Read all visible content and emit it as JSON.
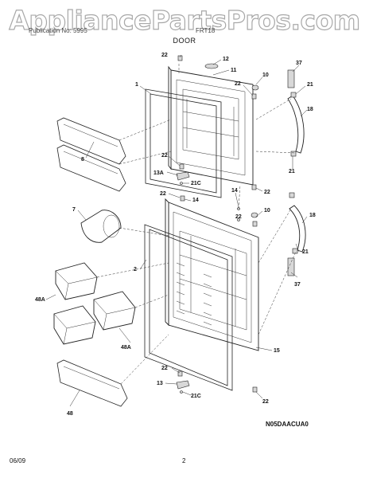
{
  "watermark": "AppliancePartsPros.com",
  "header": {
    "left_text": "Publication No: 5995",
    "right_text": "FRT18",
    "section_title": "DOOR"
  },
  "diagram_code": "N05DAACUA0",
  "footer": {
    "date": "06/09",
    "page": "2"
  },
  "callouts": [
    {
      "id": "22"
    },
    {
      "id": "12"
    },
    {
      "id": "11"
    },
    {
      "id": "1"
    },
    {
      "id": "37"
    },
    {
      "id": "10"
    },
    {
      "id": "22"
    },
    {
      "id": "21"
    },
    {
      "id": "18"
    },
    {
      "id": "8"
    },
    {
      "id": "22"
    },
    {
      "id": "13A"
    },
    {
      "id": "21C"
    },
    {
      "id": "22"
    },
    {
      "id": "14"
    },
    {
      "id": "21"
    },
    {
      "id": "14"
    },
    {
      "id": "22"
    },
    {
      "id": "7"
    },
    {
      "id": "22"
    },
    {
      "id": "10"
    },
    {
      "id": "18"
    },
    {
      "id": "2"
    },
    {
      "id": "21"
    },
    {
      "id": "37"
    },
    {
      "id": "48A"
    },
    {
      "id": "48A"
    },
    {
      "id": "15"
    },
    {
      "id": "22"
    },
    {
      "id": "13"
    },
    {
      "id": "21C"
    },
    {
      "id": "22"
    },
    {
      "id": "48"
    }
  ]
}
